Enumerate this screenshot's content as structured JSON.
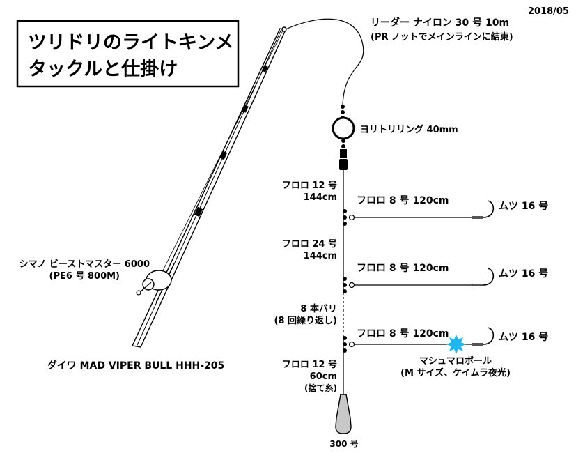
{
  "date": "2018/05",
  "title": {
    "line1": "ツリドリのライトキンメ",
    "line2": "タックルと仕掛け"
  },
  "leader": {
    "line1": "リーダー ナイロン 30 号 10m",
    "line2": "(PR ノットでメインラインに結束)"
  },
  "ring_label": "ヨリトリリング 40mm",
  "upper_main": {
    "line1": "フロロ 12 号",
    "line2": "144cm"
  },
  "middle_main": {
    "line1": "フロロ 24 号",
    "line2": "144cm"
  },
  "hooks_repeat": {
    "line1": "8 本バリ",
    "line2": "(8 回繰り返し)"
  },
  "lower_main": {
    "line1": "フロロ 12 号",
    "line2": "60cm",
    "line3": "(捨て糸)"
  },
  "sinker_label": "300 号",
  "branches": [
    {
      "line_label": "フロロ 8 号 120cm",
      "hook_label": "ムツ 16 号"
    },
    {
      "line_label": "フロロ 8 号 120cm",
      "hook_label": "ムツ 16 号"
    },
    {
      "line_label": "フロロ 8 号 120cm",
      "hook_label": "ムツ 16 号"
    }
  ],
  "float": {
    "line1": "マシュマロボール",
    "line2": "(M サイズ、ケイムラ夜光)",
    "color": "#1fb6f0"
  },
  "reel": {
    "line1": "シマノ ビーストマスター 6000",
    "line2": "(PE6 号 800M)"
  },
  "rod_label": "ダイワ MAD VIPER BULL HHH-205"
}
